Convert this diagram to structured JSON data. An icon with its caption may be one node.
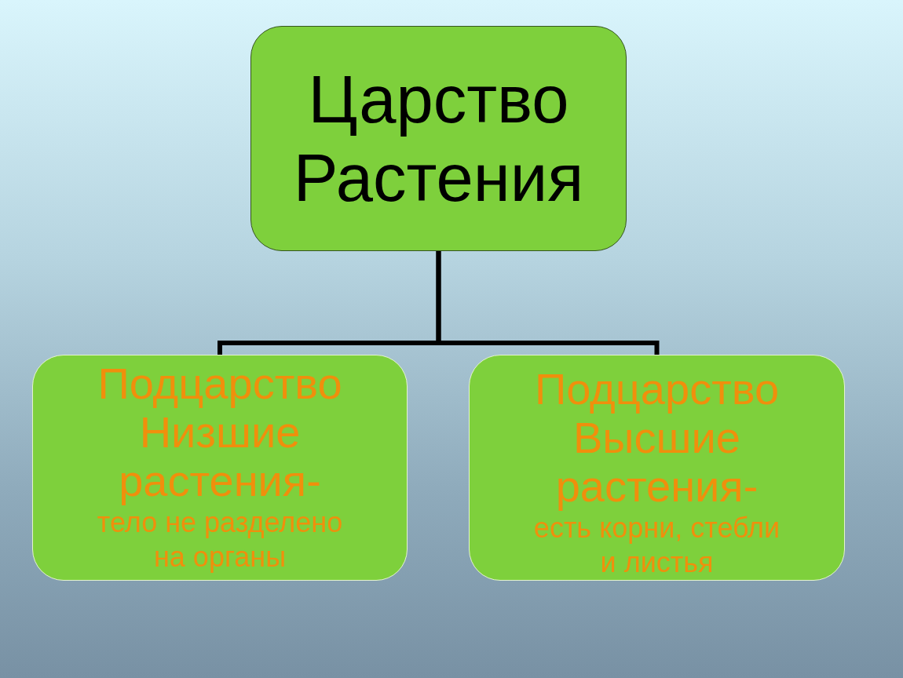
{
  "diagram": {
    "nodes": [
      {
        "text": [
          "Царство Растения"
        ]
      },
      {
        "text": [
          "Подцарство Низшие растения-",
          "тело не разделено на органы"
        ]
      },
      {
        "text": [
          "Подцарство Высшие растения-",
          "есть корни, стебли и листья"
        ]
      }
    ],
    "edges": [
      {
        "from": 0,
        "to": 1,
        "arrow": "none"
      },
      {
        "from": 0,
        "to": 2,
        "arrow": "none"
      }
    ]
  }
}
